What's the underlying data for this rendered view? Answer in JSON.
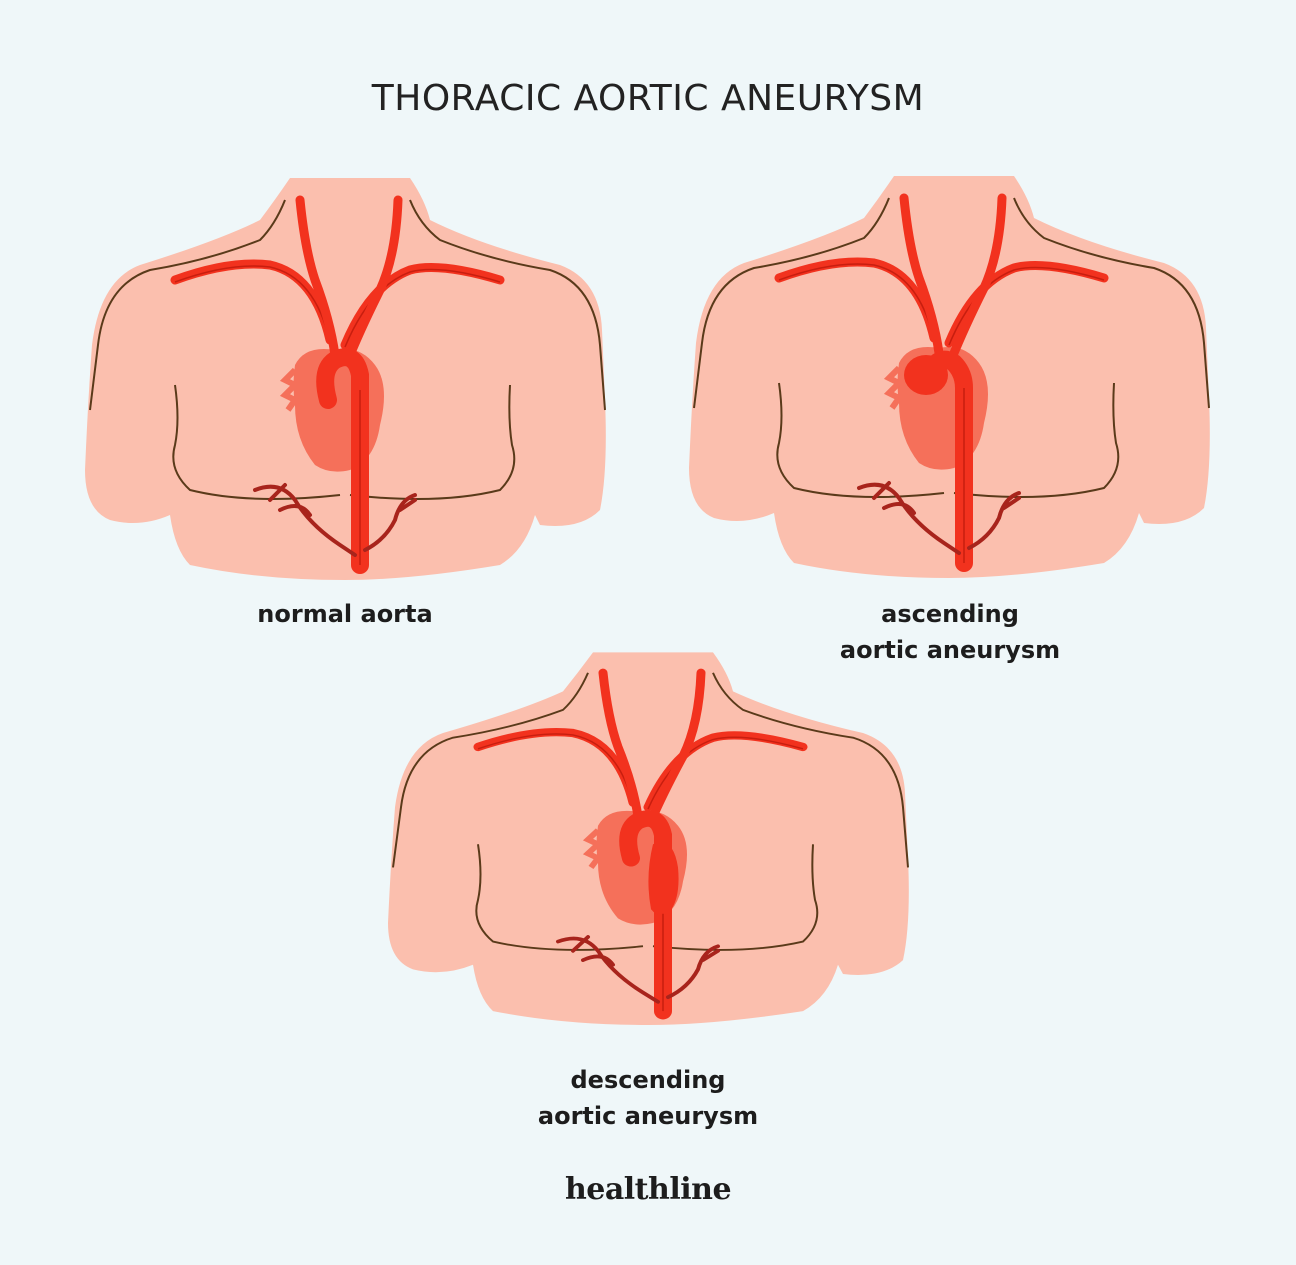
{
  "title": "THORACIC AORTIC ANEURYSM",
  "figures": [
    {
      "caption_line1": "normal aorta",
      "caption_line2": "",
      "variant": "normal"
    },
    {
      "caption_line1": "ascending",
      "caption_line2": "aortic aneurysm",
      "variant": "ascending"
    },
    {
      "caption_line1": "descending",
      "caption_line2": "aortic aneurysm",
      "variant": "descending"
    }
  ],
  "logo": "healthline",
  "colors": {
    "background": "#eff7f9",
    "skin": "#fbbfae",
    "outline": "#5a3a1a",
    "artery": "#f2321e",
    "artery_dark": "#c81e0f",
    "heart": "#f5705a",
    "branches": "#a8241c"
  }
}
